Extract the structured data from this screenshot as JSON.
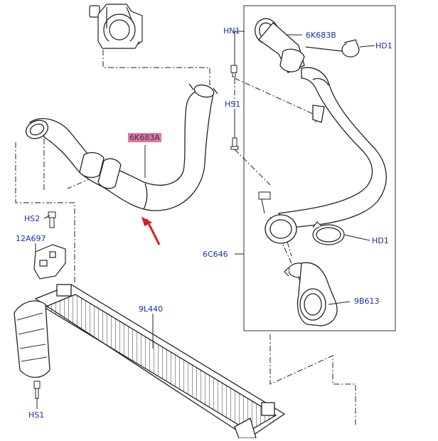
{
  "callouts": {
    "hn1": "HN1",
    "p6k683b": "6K683B",
    "hd1_top": "HD1",
    "hs1_top": "HS1",
    "p6k683a": "6K683A",
    "hs2": "HS2",
    "p12a697": "12A697",
    "p6c646": "6C646",
    "hd1_mid": "HD1",
    "p9b613": "9B613",
    "p9l440": "9L440",
    "hs1_bottom": "HS1"
  },
  "colors": {
    "callout_text": "#1b2fa8",
    "highlight": "#e87a86",
    "arrow": "#d81e1e",
    "line": "#222222"
  }
}
